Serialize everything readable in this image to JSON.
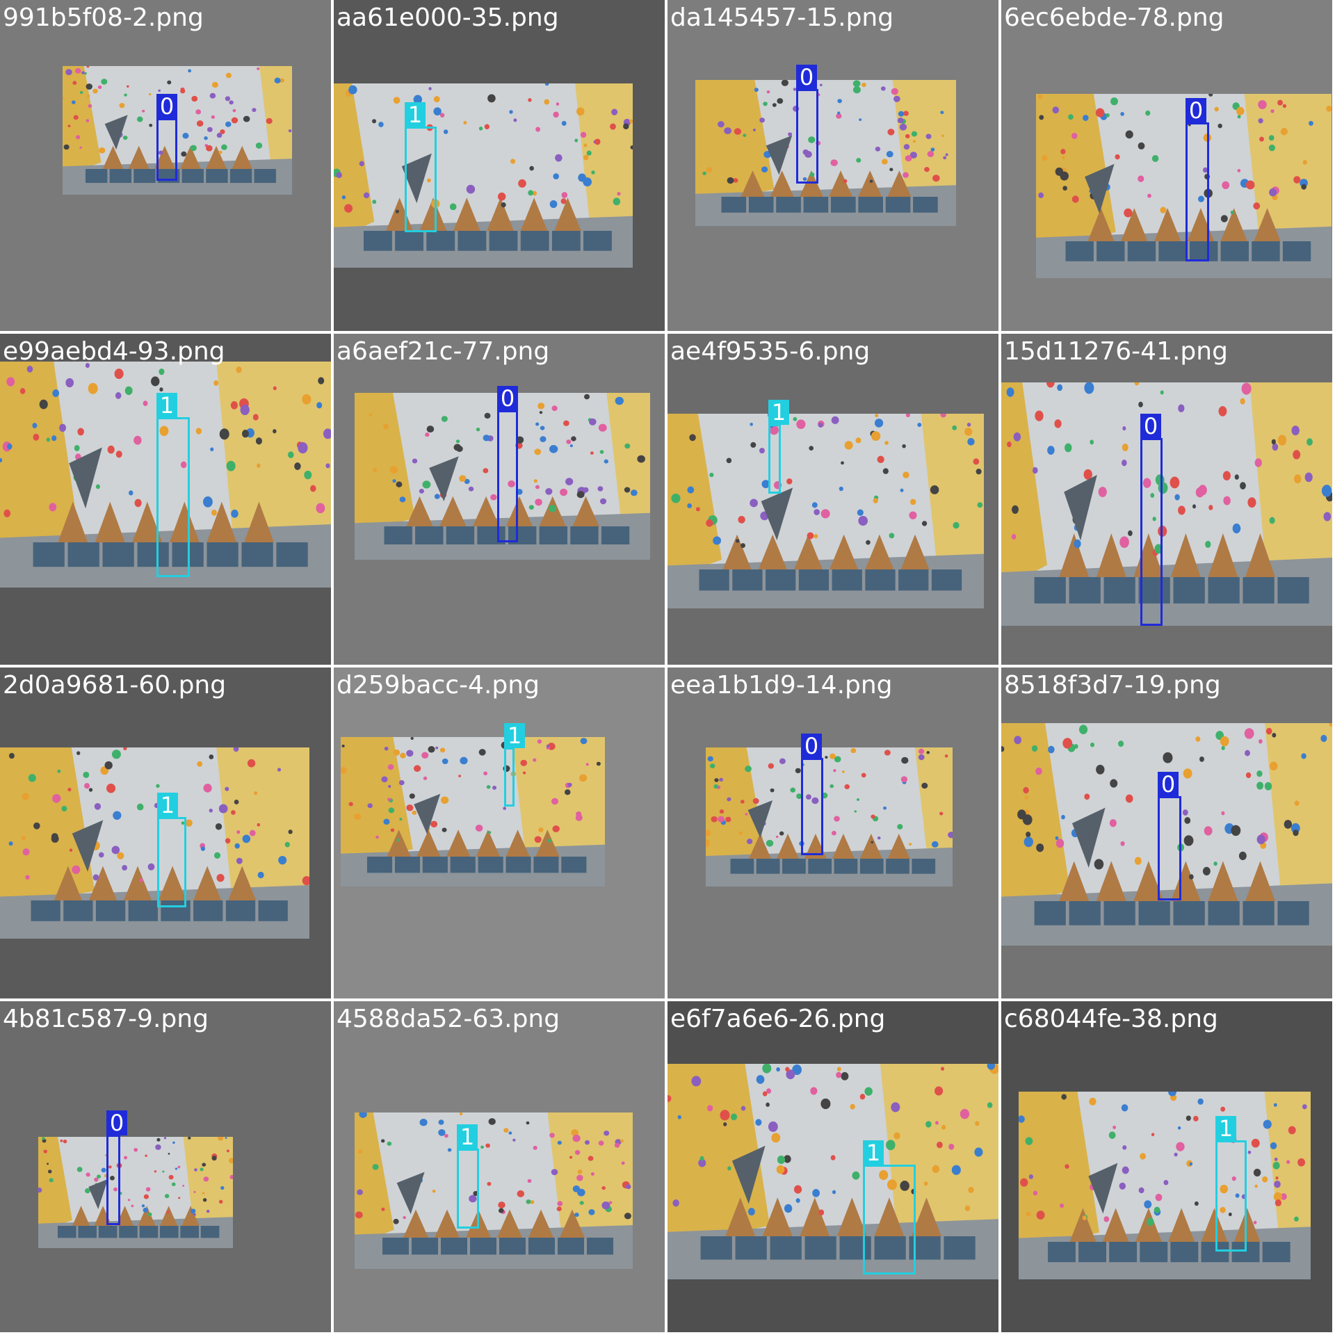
{
  "colors": {
    "class_0": "#1f2bd8",
    "class_1": "#22cfe0",
    "label_text": "#ffffff"
  },
  "icons": {
    "photo": "climbing-wall-photo-icon"
  },
  "tiles": [
    {
      "filename": "991b5f08-2.png",
      "bg": "#7a7a7a",
      "boxes": [
        {
          "label": "0",
          "class": 0
        }
      ]
    },
    {
      "filename": "aa61e000-35.png",
      "bg": "#585858",
      "boxes": [
        {
          "label": "1",
          "class": 1
        }
      ]
    },
    {
      "filename": "da145457-15.png",
      "bg": "#7d7d7d",
      "boxes": [
        {
          "label": "0",
          "class": 0
        }
      ]
    },
    {
      "filename": "6ec6ebde-78.png",
      "bg": "#808080",
      "boxes": [
        {
          "label": "0",
          "class": 0
        }
      ]
    },
    {
      "filename": "e99aebd4-93.png",
      "bg": "#585858",
      "boxes": [
        {
          "label": "1",
          "class": 1
        }
      ]
    },
    {
      "filename": "a6aef21c-77.png",
      "bg": "#7a7a7a",
      "boxes": [
        {
          "label": "0",
          "class": 0
        }
      ]
    },
    {
      "filename": "ae4f9535-6.png",
      "bg": "#6b6b6b",
      "boxes": [
        {
          "label": "1",
          "class": 1
        }
      ]
    },
    {
      "filename": "15d11276-41.png",
      "bg": "#6e6e6e",
      "boxes": [
        {
          "label": "0",
          "class": 0
        }
      ]
    },
    {
      "filename": "2d0a9681-60.png",
      "bg": "#5a5a5a",
      "boxes": [
        {
          "label": "1",
          "class": 1
        }
      ]
    },
    {
      "filename": "d259bacc-4.png",
      "bg": "#8a8a8a",
      "boxes": [
        {
          "label": "1",
          "class": 1
        }
      ]
    },
    {
      "filename": "eea1b1d9-14.png",
      "bg": "#7a7a7a",
      "boxes": [
        {
          "label": "0",
          "class": 0
        }
      ]
    },
    {
      "filename": "8518f3d7-19.png",
      "bg": "#737373",
      "boxes": [
        {
          "label": "0",
          "class": 0
        }
      ]
    },
    {
      "filename": "4b81c587-9.png",
      "bg": "#6b6b6b",
      "boxes": [
        {
          "label": "0",
          "class": 0
        }
      ]
    },
    {
      "filename": "4588da52-63.png",
      "bg": "#828282",
      "boxes": [
        {
          "label": "1",
          "class": 1
        }
      ]
    },
    {
      "filename": "e6f7a6e6-26.png",
      "bg": "#4f4f4f",
      "boxes": [
        {
          "label": "1",
          "class": 1
        }
      ]
    },
    {
      "filename": "c68044fe-38.png",
      "bg": "#4f4f4f",
      "boxes": [
        {
          "label": "1",
          "class": 1
        }
      ]
    }
  ]
}
